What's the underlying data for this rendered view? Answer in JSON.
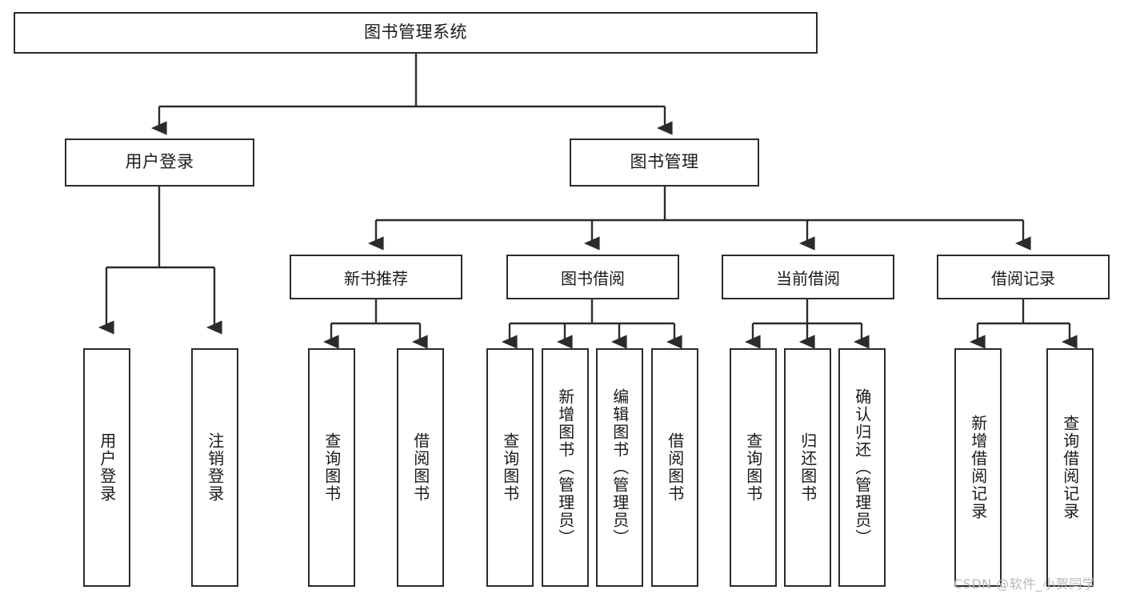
{
  "diagram": {
    "type": "tree",
    "title": "图书管理系统",
    "watermark": "CSDN @软件_小贺同学",
    "style": {
      "line_color": "#2b2b2b",
      "box_fill": "#ffffff",
      "text_color": "#1a1a1a",
      "watermark_color": "#b8b8b8"
    },
    "root": {
      "id": "root",
      "label": "图书管理系统"
    },
    "level2": [
      {
        "id": "user-login",
        "label": "用户登录"
      },
      {
        "id": "book-manage",
        "label": "图书管理"
      }
    ],
    "level3": [
      {
        "id": "new-book-recommend",
        "label": "新书推荐",
        "parent": "book-manage"
      },
      {
        "id": "book-borrow",
        "label": "图书借阅",
        "parent": "book-manage"
      },
      {
        "id": "current-borrow",
        "label": "当前借阅",
        "parent": "book-manage"
      },
      {
        "id": "borrow-record",
        "label": "借阅记录",
        "parent": "book-manage"
      }
    ],
    "leaves": [
      {
        "id": "leaf-user-login",
        "label": "用户登录",
        "parent": "user-login"
      },
      {
        "id": "leaf-logout-login",
        "label": "注销登录",
        "parent": "user-login"
      },
      {
        "id": "leaf-query-book-1",
        "label": "查询图书",
        "parent": "new-book-recommend"
      },
      {
        "id": "leaf-borrow-book-1",
        "label": "借阅图书",
        "parent": "new-book-recommend"
      },
      {
        "id": "leaf-query-book-2",
        "label": "查询图书",
        "parent": "book-borrow"
      },
      {
        "id": "leaf-add-book",
        "label": "新增图书（管理员）",
        "parent": "book-borrow"
      },
      {
        "id": "leaf-edit-book",
        "label": "编辑图书（管理员）",
        "parent": "book-borrow"
      },
      {
        "id": "leaf-borrow-book-2",
        "label": "借阅图书",
        "parent": "book-borrow"
      },
      {
        "id": "leaf-query-book-3",
        "label": "查询图书",
        "parent": "current-borrow"
      },
      {
        "id": "leaf-return-book",
        "label": "归还图书",
        "parent": "current-borrow"
      },
      {
        "id": "leaf-confirm-return",
        "label": "确认归还（管理员）",
        "parent": "current-borrow"
      },
      {
        "id": "leaf-add-record",
        "label": "新增借阅记录",
        "parent": "borrow-record"
      },
      {
        "id": "leaf-query-record",
        "label": "查询借阅记录",
        "parent": "borrow-record"
      }
    ]
  }
}
